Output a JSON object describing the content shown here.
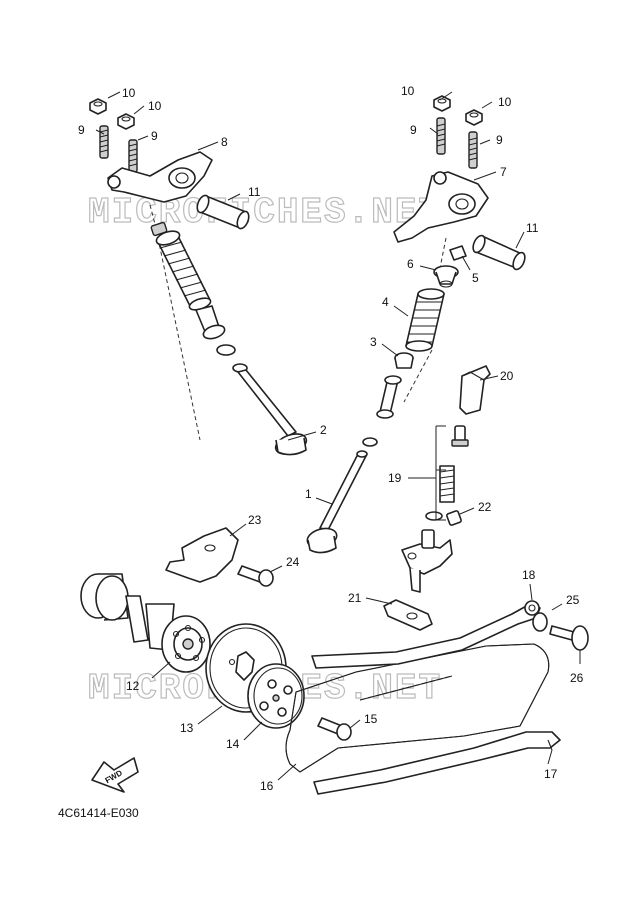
{
  "watermark": "MICROFICHES.NET",
  "diagram_code": "4C61414-E030",
  "fwd_label": "FWD",
  "callouts": {
    "c1": "1",
    "c2": "2",
    "c3": "3",
    "c4": "4",
    "c5": "5",
    "c6": "6",
    "c7": "7",
    "c8": "8",
    "c9a": "9",
    "c9b": "9",
    "c9c": "9",
    "c9d": "9",
    "c10a": "10",
    "c10b": "10",
    "c10c": "10",
    "c10d": "10",
    "c11a": "11",
    "c11b": "11",
    "c12": "12",
    "c13": "13",
    "c14": "14",
    "c15": "15",
    "c16": "16",
    "c17": "17",
    "c18": "18",
    "c19": "19",
    "c20": "20",
    "c21": "21",
    "c22": "22",
    "c23": "23",
    "c24": "24",
    "c25": "25",
    "c26": "26"
  }
}
